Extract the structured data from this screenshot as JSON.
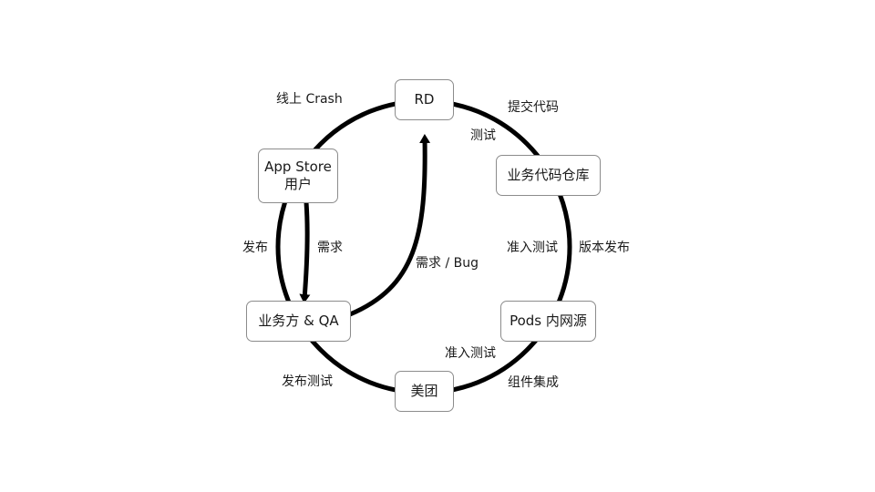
{
  "nodes": {
    "rd": "RD",
    "repo": "业务代码仓库",
    "pods": "Pods 内网源",
    "meituan": "美团",
    "business_qa": "业务方 & QA",
    "appstore_line1": "App Store",
    "appstore_line2": "用户"
  },
  "labels": {
    "online_crash": "线上 Crash",
    "submit_code": "提交代码",
    "test": "测试",
    "admission_test_right": "准入测试",
    "version_release": "版本发布",
    "admission_test_bottom": "准入测试",
    "component_integration": "组件集成",
    "release_test": "发布测试",
    "release": "发布",
    "demand": "需求",
    "demand_bug": "需求 / Bug"
  },
  "colors": {
    "stroke": "#000000",
    "node_border": "#8c8c8c"
  }
}
